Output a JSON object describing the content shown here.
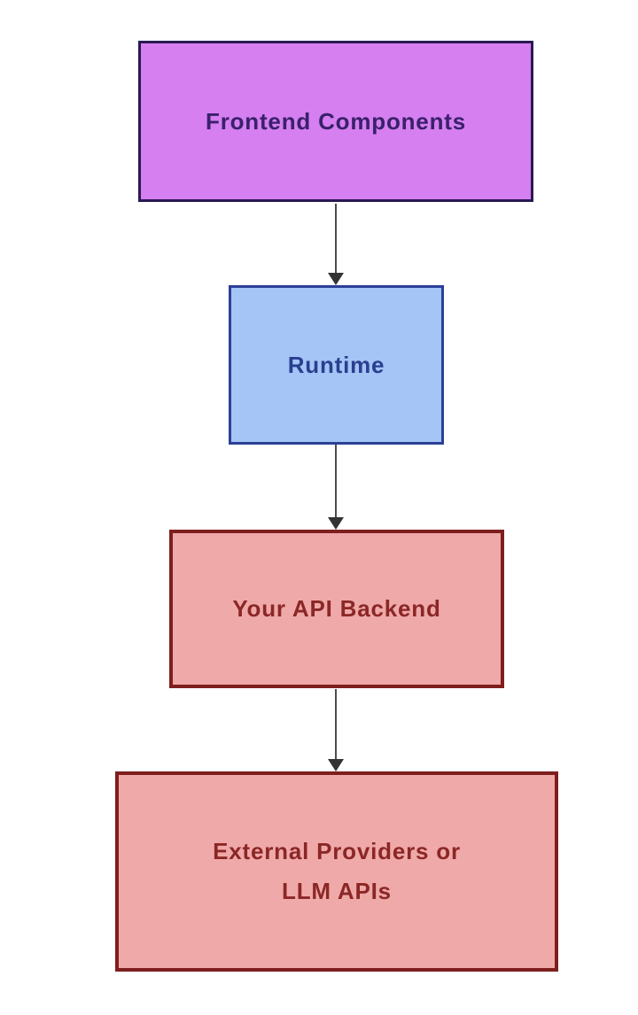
{
  "page": {
    "background_color": "#ffffff"
  },
  "diagram": {
    "type": "flowchart-vertical",
    "arrow_line_color": "#4d4d4d",
    "arrowhead_color": "#333333",
    "nodes": [
      {
        "id": "frontend",
        "label": "Frontend Components",
        "fill": "#d57ff0",
        "border_color": "#291a54",
        "text_color": "#3a206b"
      },
      {
        "id": "runtime",
        "label": "Runtime",
        "fill": "#a4c5f6",
        "border_color": "#2c3f97",
        "text_color": "#2a3f8f"
      },
      {
        "id": "backend",
        "label": "Your API Backend",
        "fill": "#f0a9a9",
        "border_color": "#7e1e1e",
        "text_color": "#8b2727"
      },
      {
        "id": "external",
        "label": "External Providers or LLM APIs",
        "lines": [
          "External Providers or",
          "LLM APIs"
        ],
        "fill": "#f0a9a9",
        "border_color": "#7e1e1e",
        "text_color": "#8b2727"
      }
    ],
    "edges": [
      {
        "from": "frontend",
        "to": "runtime"
      },
      {
        "from": "runtime",
        "to": "backend"
      },
      {
        "from": "backend",
        "to": "external"
      }
    ]
  }
}
